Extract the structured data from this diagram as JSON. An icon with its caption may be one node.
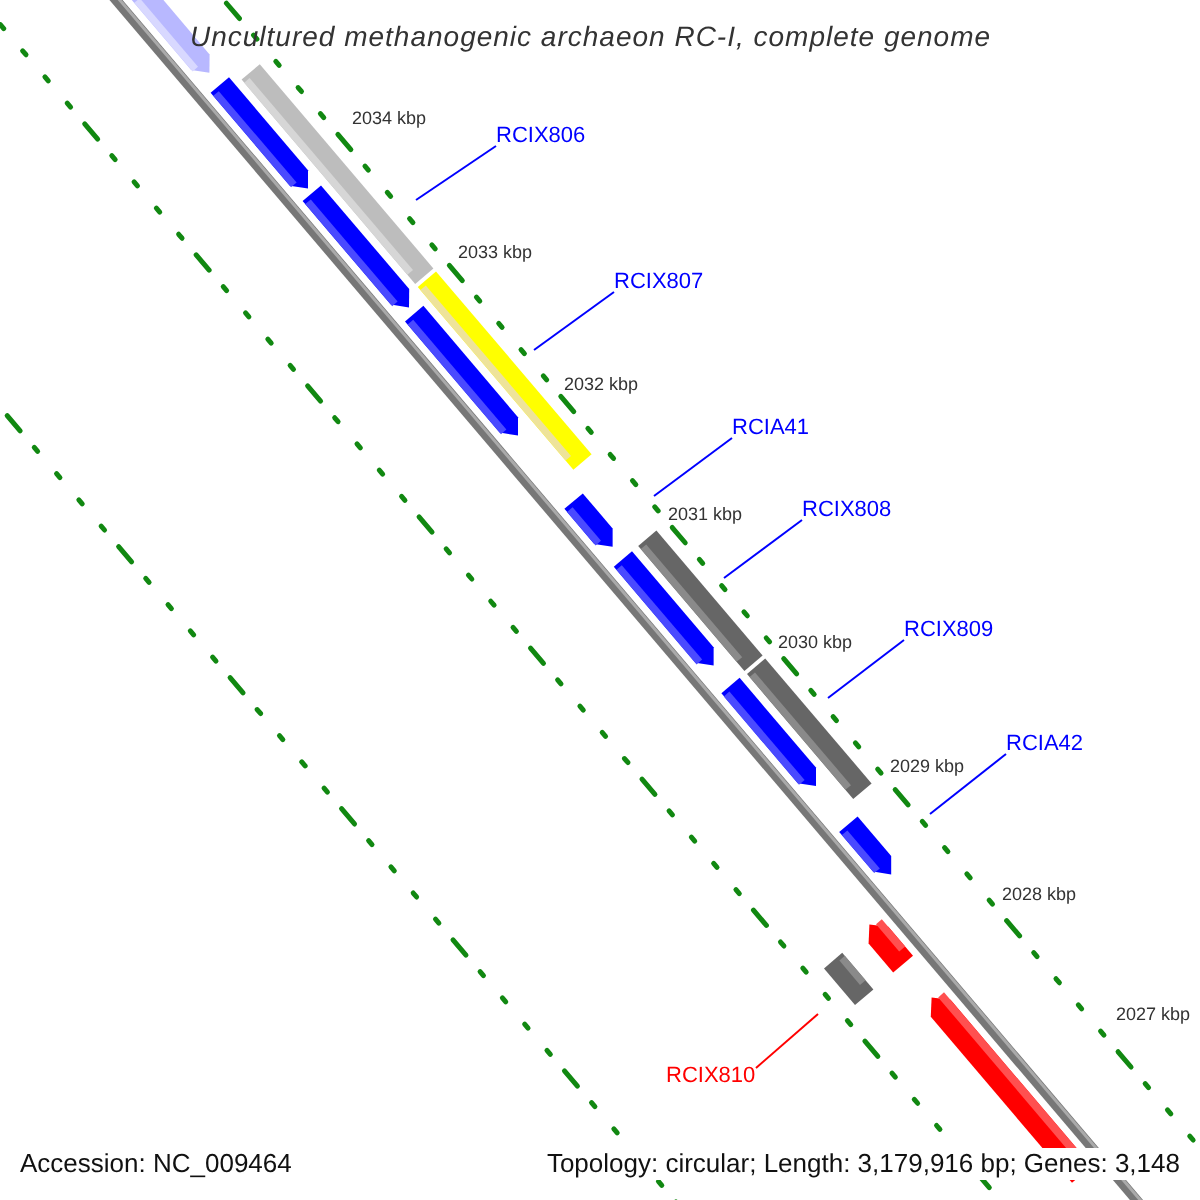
{
  "diagram": {
    "title": "Uncultured methanogenic archaeon RC-I, complete genome",
    "nodes": [
      {
        "text": [
          "RCIX806"
        ]
      },
      {
        "text": [
          "RCIX807"
        ]
      },
      {
        "text": [
          "RCIA41"
        ]
      },
      {
        "text": [
          "RCIX808"
        ]
      },
      {
        "text": [
          "RCIX809"
        ]
      },
      {
        "text": [
          "RCIA42"
        ]
      },
      {
        "text": [
          "RCIX810"
        ]
      }
    ],
    "edges": [
      {
        "from": 0,
        "to": null,
        "arrow": "none"
      },
      {
        "from": 1,
        "to": null,
        "arrow": "none"
      },
      {
        "from": 2,
        "to": null,
        "arrow": "none"
      },
      {
        "from": 3,
        "to": null,
        "arrow": "none"
      },
      {
        "from": 4,
        "to": null,
        "arrow": "none"
      },
      {
        "from": 5,
        "to": null,
        "arrow": "none"
      },
      {
        "from": 6,
        "to": null,
        "arrow": "none",
        "color": "#ff0000"
      }
    ],
    "labels": [
      "2034 kbp",
      "2033 kbp",
      "2032 kbp",
      "2031 kbp",
      "2030 kbp",
      "2029 kbp",
      "2028 kbp",
      "2027 kbp",
      "Accession: NC_009464",
      "Topology: circular; Length: 3,179,916 bp; Genes: 3,148"
    ]
  }
}
